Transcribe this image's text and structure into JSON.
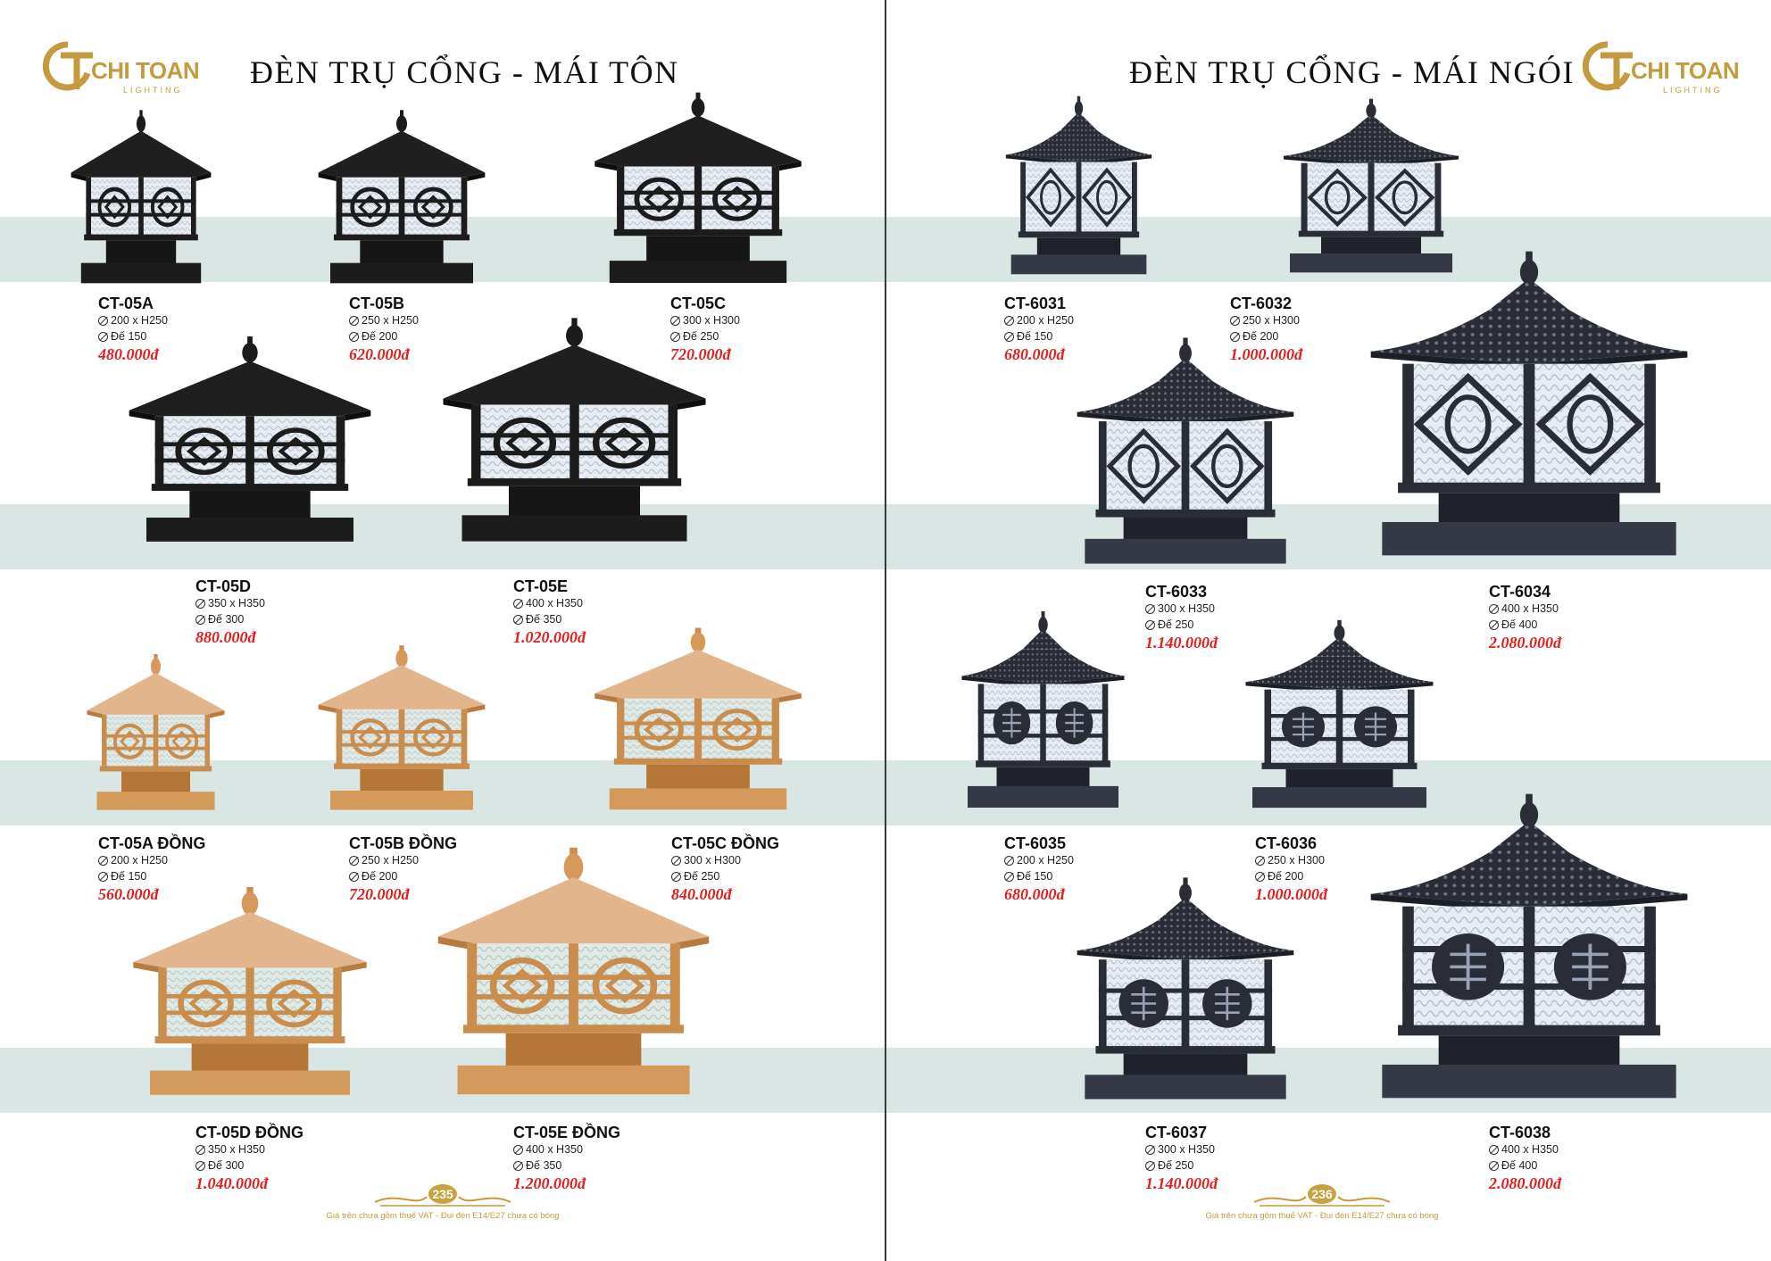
{
  "left": {
    "title": "ĐÈN TRỤ CỔNG - MÁI TÔN",
    "logo": {
      "name": "CHI TOAN",
      "sub": "LIGHTING"
    },
    "page_number": "235",
    "footnote": "Giá trên chưa gồm thuế VAT - Đui đèn E14/E27 chưa có bóng",
    "products": [
      {
        "code": "CT-05A",
        "size": "200 x H250",
        "base": "Đế 150",
        "price": "480.000đ"
      },
      {
        "code": "CT-05B",
        "size": "250 x H250",
        "base": "Đế 200",
        "price": "620.000đ"
      },
      {
        "code": "CT-05C",
        "size": "300 x H300",
        "base": "Đế 250",
        "price": "720.000đ"
      },
      {
        "code": "CT-05D",
        "size": "350 x H350",
        "base": "Đế 300",
        "price": "880.000đ"
      },
      {
        "code": "CT-05E",
        "size": "400 x H350",
        "base": "Đế 350",
        "price": "1.020.000đ"
      },
      {
        "code": "CT-05A ĐỒNG",
        "size": "200 x H250",
        "base": "Đế 150",
        "price": "560.000đ"
      },
      {
        "code": "CT-05B ĐỒNG",
        "size": "250 x H250",
        "base": "Đế 200",
        "price": "720.000đ"
      },
      {
        "code": "CT-05C ĐỒNG",
        "size": "300 x H300",
        "base": "Đế 250",
        "price": "840.000đ"
      },
      {
        "code": "CT-05D ĐỒNG",
        "size": "350 x H350",
        "base": "Đế 300",
        "price": "1.040.000đ"
      },
      {
        "code": "CT-05E ĐỒNG",
        "size": "400 x H350",
        "base": "Đế 350",
        "price": "1.200.000đ"
      }
    ]
  },
  "right": {
    "title": "ĐÈN TRỤ CỔNG - MÁI NGÓI",
    "logo": {
      "name": "CHI TOAN",
      "sub": "LIGHTING"
    },
    "page_number": "236",
    "footnote": "Giá trên chưa gồm thuế VAT - Đui đèn E14/E27 chưa có bóng",
    "products": [
      {
        "code": "CT-6031",
        "size": "200 x H250",
        "base": "Đế 150",
        "price": "680.000đ"
      },
      {
        "code": "CT-6032",
        "size": "250 x H300",
        "base": "Đế 200",
        "price": "1.000.000đ"
      },
      {
        "code": "CT-6033",
        "size": "300 x H350",
        "base": "Đế 250",
        "price": "1.140.000đ"
      },
      {
        "code": "CT-6034",
        "size": "400 x H350",
        "base": "Đế 400",
        "price": "2.080.000đ"
      },
      {
        "code": "CT-6035",
        "size": "200 x H250",
        "base": "Đế 150",
        "price": "680.000đ"
      },
      {
        "code": "CT-6036",
        "size": "250 x H300",
        "base": "Đế 200",
        "price": "1.000.000đ"
      },
      {
        "code": "CT-6037",
        "size": "300 x H350",
        "base": "Đế 250",
        "price": "1.140.000đ"
      },
      {
        "code": "CT-6038",
        "size": "400 x H350",
        "base": "Đế 400",
        "price": "2.080.000đ"
      }
    ]
  },
  "colors": {
    "band": "#d9e6e4",
    "price": "#e0201f",
    "gold": "#c49a3f",
    "black_lamp": "#1c1c1c",
    "copper_lamp": "#d9a06a"
  }
}
